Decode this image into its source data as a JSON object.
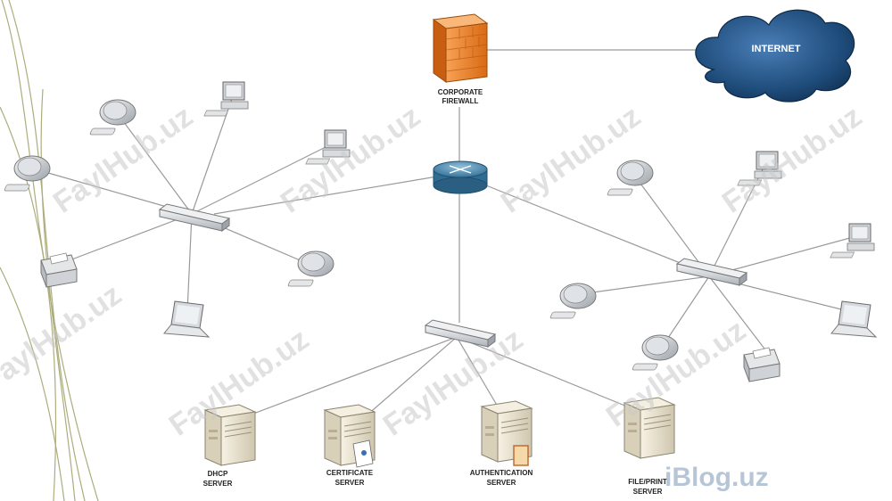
{
  "labels": {
    "firewall_line1": "CORPORATE",
    "firewall_line2": "FIREWALL",
    "internet": "INTERNET",
    "dhcp_line1": "DHCP",
    "dhcp_line2": "SERVER",
    "cert_line1": "CERTIFICATE",
    "cert_line2": "SERVER",
    "auth_line1": "AUTHENTICATION",
    "auth_line2": "SERVER",
    "file_line1": "FILE/PRINT",
    "file_line2": "SERVER"
  },
  "watermarks": {
    "brand": "FaylHub.uz",
    "blog": "iBlog.uz"
  },
  "colors": {
    "link": "#9a9a9a",
    "firewall": "#f08a2e",
    "cloud": "#1f4e7d",
    "router": "#3f7fa6",
    "switch": "#cfd3d8",
    "server": "#efe7d2",
    "decor_lines": "#8a8a45"
  }
}
